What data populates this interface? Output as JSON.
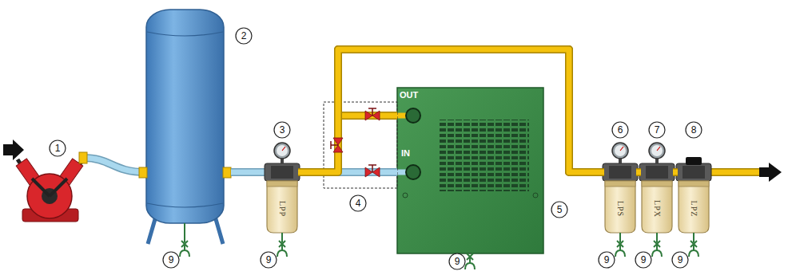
{
  "diagram": {
    "nodes": [
      {
        "text": [
          "LPP"
        ]
      },
      {
        "text": [
          "OUT",
          "IN"
        ]
      },
      {
        "text": [
          "LPS"
        ]
      },
      {
        "text": [
          "LPX"
        ]
      },
      {
        "text": [
          "LPZ"
        ]
      }
    ],
    "edges": [
      {
        "from": 0,
        "to": 1,
        "arrow": "none"
      },
      {
        "from": 1,
        "to": 2,
        "arrow": "none"
      },
      {
        "from": 0,
        "to": 2,
        "arrow": "none"
      },
      {
        "from": 2,
        "to": 3,
        "arrow": "none"
      },
      {
        "from": 3,
        "to": 4,
        "arrow": "none"
      }
    ],
    "labels": [
      "1",
      "2",
      "3",
      "4",
      "5",
      "6",
      "7",
      "8",
      "9",
      "9",
      "9",
      "9",
      "9",
      "9"
    ]
  }
}
